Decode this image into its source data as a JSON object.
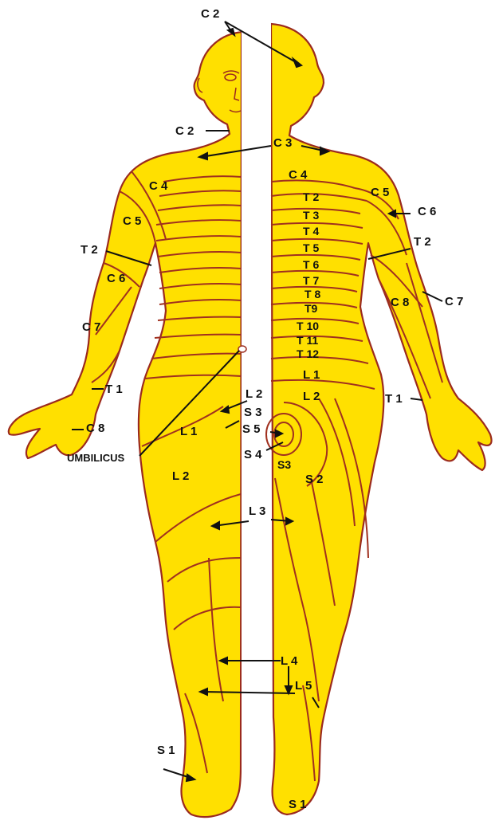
{
  "figure": {
    "colors": {
      "body_fill": "#FFE000",
      "outline": "#9B2A1E",
      "segment_lines": "#A0301F",
      "arrows": "#111111",
      "labels": "#111111",
      "background": "#FFFFFF"
    }
  },
  "labels": {
    "c2_top": "C 2",
    "c2_neck": "C 2",
    "c3": "C 3",
    "c4_left": "C 4",
    "c4_right": "C 4",
    "c5_left": "C 5",
    "c5_right": "C 5",
    "c6_left": "C 6",
    "c6_right": "C 6",
    "c7_left": "C 7",
    "c7_right": "C 7",
    "c8_left": "C 8",
    "c8_right": "C 8",
    "t1_left": "T 1",
    "t1_right": "T 1",
    "t2_left": "T 2",
    "t2_right": "T 2",
    "trunk_t2": "T 2",
    "trunk_t3": "T 3",
    "trunk_t4": "T 4",
    "trunk_t5": "T 5",
    "trunk_t6": "T 6",
    "trunk_t7": "T 7",
    "trunk_t8": "T 8",
    "trunk_t9": "T9",
    "trunk_t10": "T 10",
    "trunk_t11": "T 11",
    "trunk_t12": "T 12",
    "l1_trunk": "L 1",
    "l1_thigh": "L 1",
    "l2_top": "L 2",
    "l2_right": "L 2",
    "l2_thigh": "L 2",
    "l3": "L 3",
    "l4": "L 4",
    "l5": "L 5",
    "s1_left": "S 1",
    "s1_foot": "S 1",
    "s2": "S 2",
    "s3_center": "S 3",
    "s3_thigh": "S3",
    "s4": "S 4",
    "s5": "S 5",
    "umbilicus": "UMBILICUS"
  }
}
